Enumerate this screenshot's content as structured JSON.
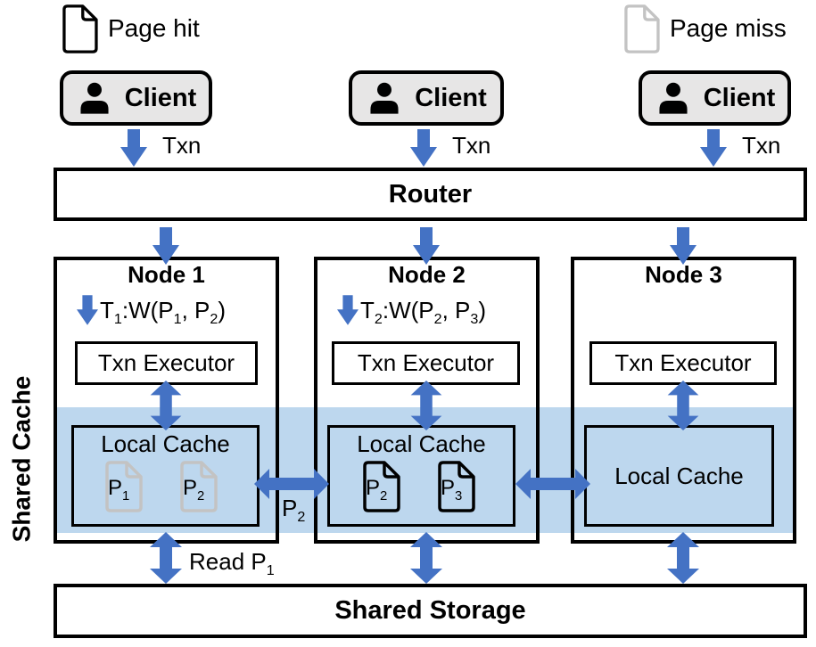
{
  "legend": {
    "page_hit": "Page hit",
    "page_miss": "Page miss"
  },
  "clients": {
    "labels": [
      "Client",
      "Client",
      "Client"
    ],
    "txn": "Txn"
  },
  "router": {
    "label": "Router"
  },
  "shared_cache_label": "Shared Cache",
  "nodes": [
    {
      "title": "Node 1",
      "incoming_txn": "T₁:W(P₁, P₂)",
      "executor": "Txn Executor",
      "cache": {
        "label": "Local Cache",
        "pages": [
          {
            "id": "P₁",
            "status": "miss"
          },
          {
            "id": "P₂",
            "status": "miss"
          }
        ]
      }
    },
    {
      "title": "Node 2",
      "incoming_txn": "T₂:W(P₂, P₃)",
      "executor": "Txn Executor",
      "cache": {
        "label": "Local Cache",
        "pages": [
          {
            "id": "P₂",
            "status": "hit"
          },
          {
            "id": "P₃",
            "status": "hit"
          }
        ]
      }
    },
    {
      "title": "Node 3",
      "executor": "Txn Executor",
      "cache": {
        "label": "Local Cache",
        "pages": []
      }
    }
  ],
  "annotations": {
    "page_transfer": "P₂",
    "storage_read": "Read P₁"
  },
  "storage": {
    "label": "Shared Storage"
  },
  "colors": {
    "arrow_blue": "#4472c4",
    "shared_cache_band": "#bdd7ee",
    "client_fill": "#e7e6e6",
    "page_hit_stroke": "#000000",
    "page_miss_stroke": "#c3c3c3"
  }
}
